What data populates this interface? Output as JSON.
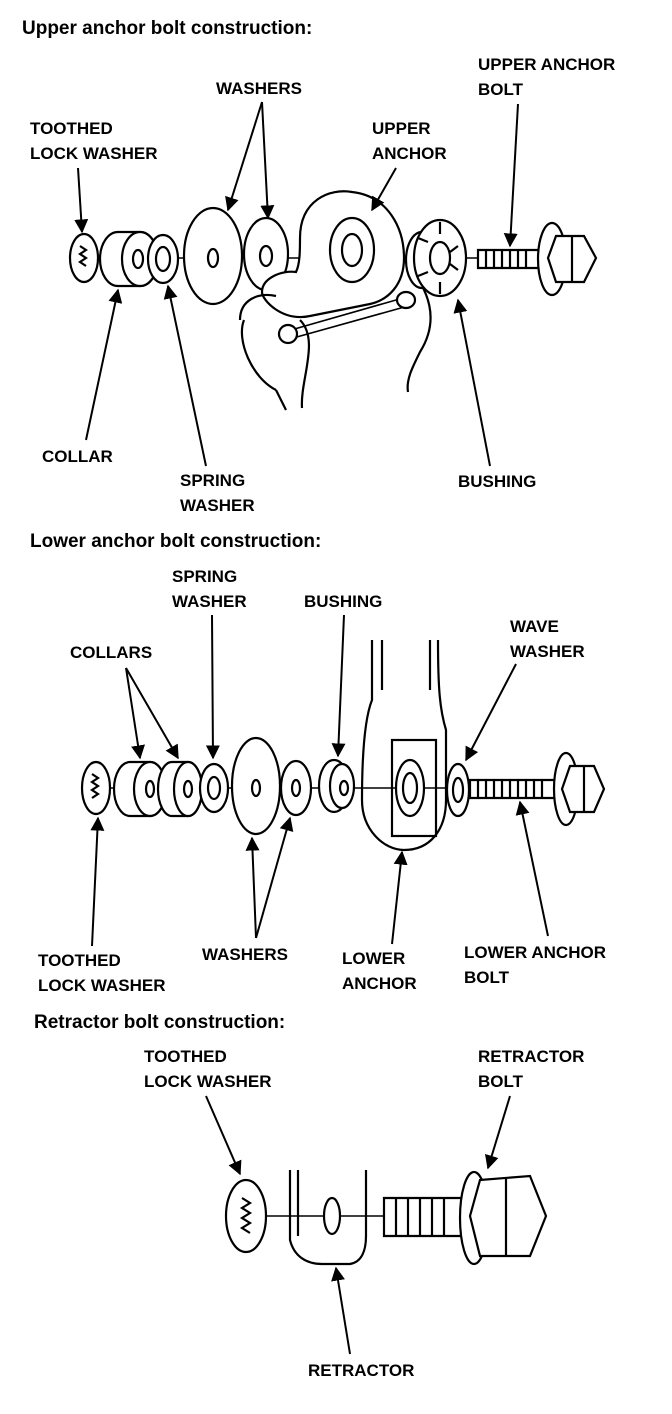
{
  "sections": {
    "upper": {
      "title": "Upper anchor bolt construction:",
      "labels": {
        "toothed_lock_washer": [
          "TOOTHED",
          "LOCK WASHER"
        ],
        "washers": [
          "WASHERS"
        ],
        "upper_anchor": [
          "UPPER",
          "ANCHOR"
        ],
        "upper_anchor_bolt": [
          "UPPER ANCHOR",
          "BOLT"
        ],
        "collar": [
          "COLLAR"
        ],
        "spring_washer": [
          "SPRING",
          "WASHER"
        ],
        "bushing": [
          "BUSHING"
        ]
      }
    },
    "lower": {
      "title": "Lower anchor bolt construction:",
      "labels": {
        "spring_washer": [
          "SPRING",
          "WASHER"
        ],
        "bushing": [
          "BUSHING"
        ],
        "collars": [
          "COLLARS"
        ],
        "wave_washer": [
          "WAVE",
          "WASHER"
        ],
        "toothed_lock_washer": [
          "TOOTHED",
          "LOCK WASHER"
        ],
        "washers": [
          "WASHERS"
        ],
        "lower_anchor": [
          "LOWER",
          "ANCHOR"
        ],
        "lower_anchor_bolt": [
          "LOWER ANCHOR",
          "BOLT"
        ]
      }
    },
    "retractor": {
      "title": "Retractor bolt construction:",
      "labels": {
        "toothed_lock_washer": [
          "TOOTHED",
          "LOCK WASHER"
        ],
        "retractor_bolt": [
          "RETRACTOR",
          "BOLT"
        ],
        "retractor": [
          "RETRACTOR"
        ]
      }
    }
  }
}
